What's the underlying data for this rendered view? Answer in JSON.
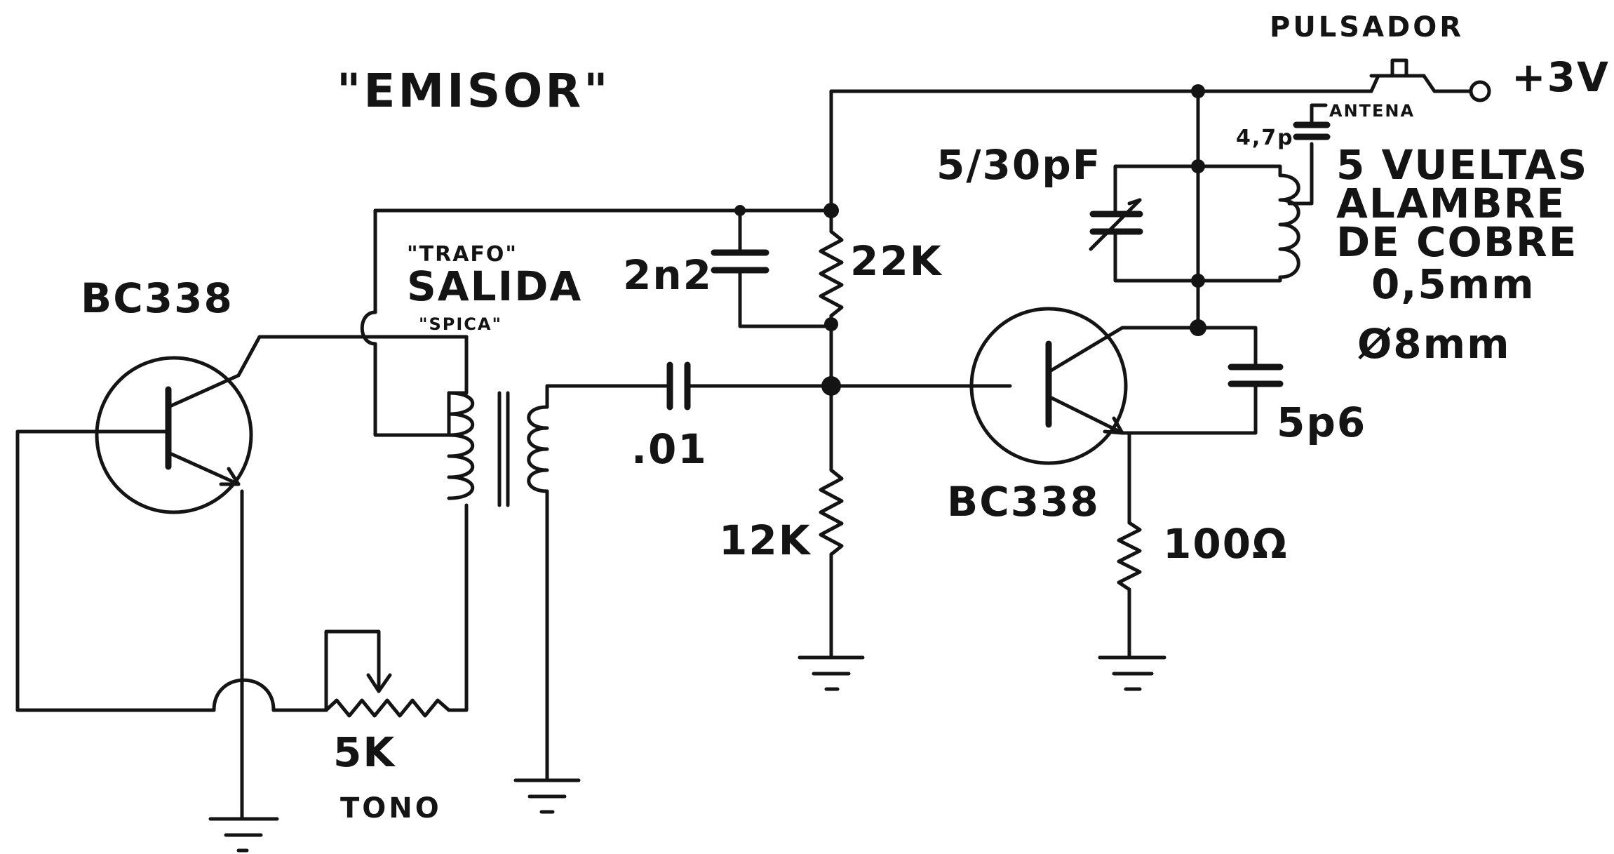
{
  "title": "\"EMISOR\"",
  "labels": {
    "pulsador": "PULSADOR",
    "supply": "+3V",
    "antena": "ANTENA",
    "cap_antenna": "4,7p",
    "trimmer": "5/30pF",
    "coil_line1": "5 VUELTAS",
    "coil_line2": "ALAMBRE",
    "coil_line3": "DE COBRE",
    "coil_line4": "0,5mm",
    "coil_line5": "Ø8mm",
    "cap_2n2": "2n2",
    "res_22k": "22K",
    "res_12k": "12K",
    "cap_01": ".01",
    "transistor_left": "BC338",
    "transistor_right": "BC338",
    "cap_5p6": "5p6",
    "res_100": "100Ω",
    "trafo_line1": "\"TRAFO\"",
    "trafo_line2": "SALIDA",
    "trafo_line3": "\"SPICA\"",
    "pot_value": "5K",
    "pot_name": "TONO"
  }
}
